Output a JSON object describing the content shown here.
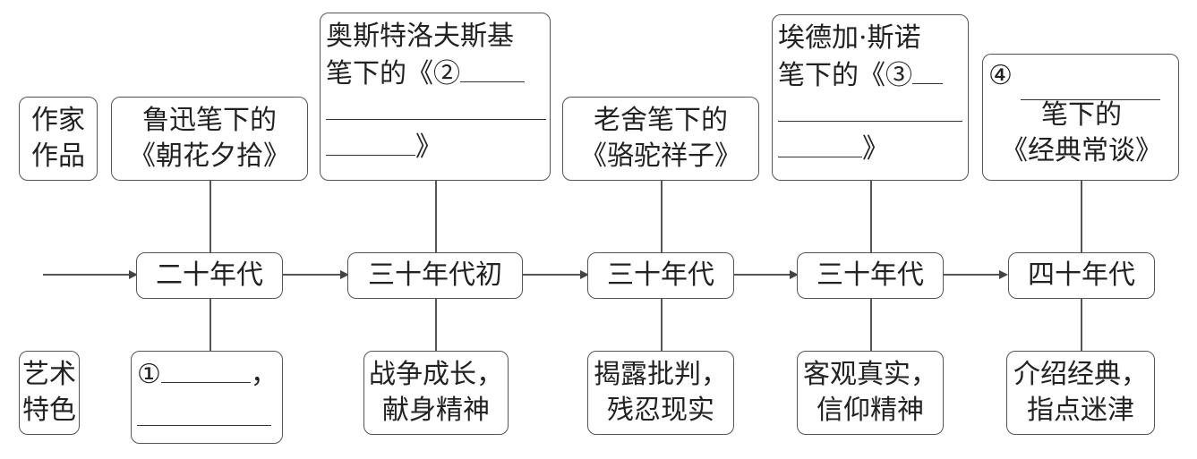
{
  "row_labels": {
    "works": "作家\n作品",
    "works_line1": "作家",
    "works_line2": "作品",
    "features_line1": "艺术",
    "features_line2": "特色"
  },
  "timeline": [
    {
      "period": "二十年代",
      "work_line1": "鲁迅笔下的",
      "work_line2": "《朝花夕拾》",
      "feature_marker": "①",
      "feature_comma": "，",
      "feature_line1": "",
      "feature_line2": ""
    },
    {
      "period": "三十年代初",
      "work_line1": "奥斯特洛夫斯基",
      "work_line2_prefix": "笔下的《",
      "work_marker": "②",
      "work_close": "》",
      "feature_line1": "战争成长，",
      "feature_line2": "献身精神"
    },
    {
      "period": "三十年代",
      "work_line1": "老舍笔下的",
      "work_line2": "《骆驼祥子》",
      "feature_line1": "揭露批判，",
      "feature_line2": "残忍现实"
    },
    {
      "period": "三十年代",
      "work_line1": "埃德加·斯诺",
      "work_line2_prefix": "笔下的《",
      "work_marker": "③",
      "work_close": "》",
      "feature_line1": "客观真实，",
      "feature_line2": "信仰精神"
    },
    {
      "period": "四十年代",
      "work_marker": "④",
      "work_line2": "笔下的",
      "work_line3": "《经典常谈》",
      "feature_line1": "介绍经典，",
      "feature_line2": "指点迷津"
    }
  ]
}
